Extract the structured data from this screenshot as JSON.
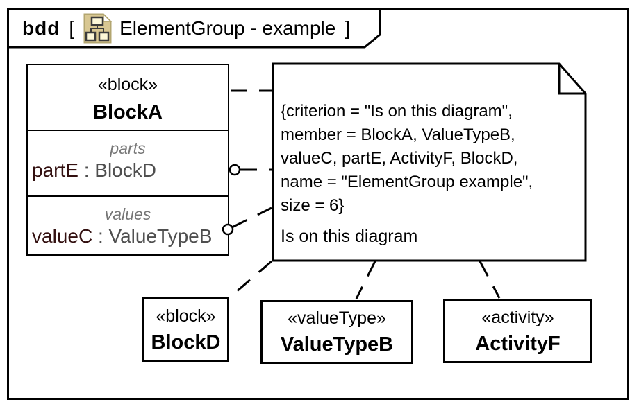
{
  "frame": {
    "kind_label": "bdd",
    "open_bracket": "[",
    "close_bracket": "]",
    "title": "ElementGroup - example",
    "icon": "element-group-diagram-icon"
  },
  "block_a": {
    "stereotype": "«block»",
    "name": "BlockA",
    "compartments": [
      {
        "label": "parts",
        "entries": [
          {
            "name": "partE",
            "type_suffix": " : BlockD"
          }
        ]
      },
      {
        "label": "values",
        "entries": [
          {
            "name": "valueC",
            "type_suffix": " : ValueTypeB"
          }
        ]
      }
    ]
  },
  "note": {
    "lines": [
      "{criterion = \"Is on this diagram\",",
      "member = BlockA, ValueTypeB,",
      "valueC, partE, ActivityF, BlockD,",
      "name = \"ElementGroup example\",",
      "size = 6}"
    ],
    "body": "Is on this diagram"
  },
  "elements": [
    {
      "stereotype": "«block»",
      "name": "BlockD"
    },
    {
      "stereotype": "«valueType»",
      "name": "ValueTypeB"
    },
    {
      "stereotype": "«activity»",
      "name": "ActivityF"
    }
  ],
  "colors": {
    "line": "#000000",
    "property_name": "#331010",
    "type_reference": "#4f4f4f",
    "compartment_label": "#777777",
    "icon_background": "#d8c792",
    "icon_node_fill": "#fcf7d8",
    "icon_node_border": "#3c3c3c"
  }
}
